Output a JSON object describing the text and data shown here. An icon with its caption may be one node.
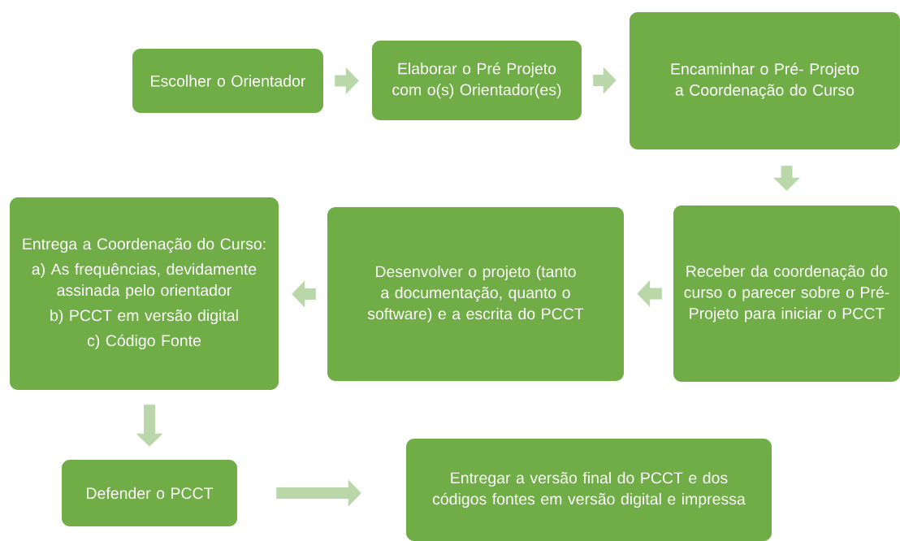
{
  "diagram": {
    "nodes": [
      {
        "text": [
          "Escolher o Orientador"
        ]
      },
      {
        "text": [
          "Elaborar o Pré Projeto com o(s) Orientador(es)"
        ]
      },
      {
        "text": [
          "Encaminhar o Pré- Projeto a Coordenação do Curso"
        ]
      },
      {
        "text": [
          "Receber da coordenação do curso o parecer sobre o Pré-Projeto para iniciar o PCCT"
        ]
      },
      {
        "text": [
          "Desenvolver o projeto (tanto a documentação, quanto o software) e a escrita do PCCT"
        ]
      },
      {
        "text": [
          "Entrega a Coordenação do Curso:",
          "a) As frequências, devidamente assinada pelo orientador",
          "b) PCCT em versão digital",
          "c) Código Fonte"
        ]
      },
      {
        "text": [
          "Defender o PCCT"
        ]
      },
      {
        "text": [
          "Entregar a versão final do PCCT e dos códigos fontes em versão digital e impressa"
        ]
      }
    ],
    "edges": [
      {
        "from": 0,
        "to": 1,
        "arrow": "to"
      },
      {
        "from": 1,
        "to": 2,
        "arrow": "to"
      },
      {
        "from": 2,
        "to": 3,
        "arrow": "to"
      },
      {
        "from": 3,
        "to": 4,
        "arrow": "to"
      },
      {
        "from": 4,
        "to": 5,
        "arrow": "to"
      },
      {
        "from": 5,
        "to": 6,
        "arrow": "to"
      },
      {
        "from": 6,
        "to": 7,
        "arrow": "to"
      }
    ]
  }
}
